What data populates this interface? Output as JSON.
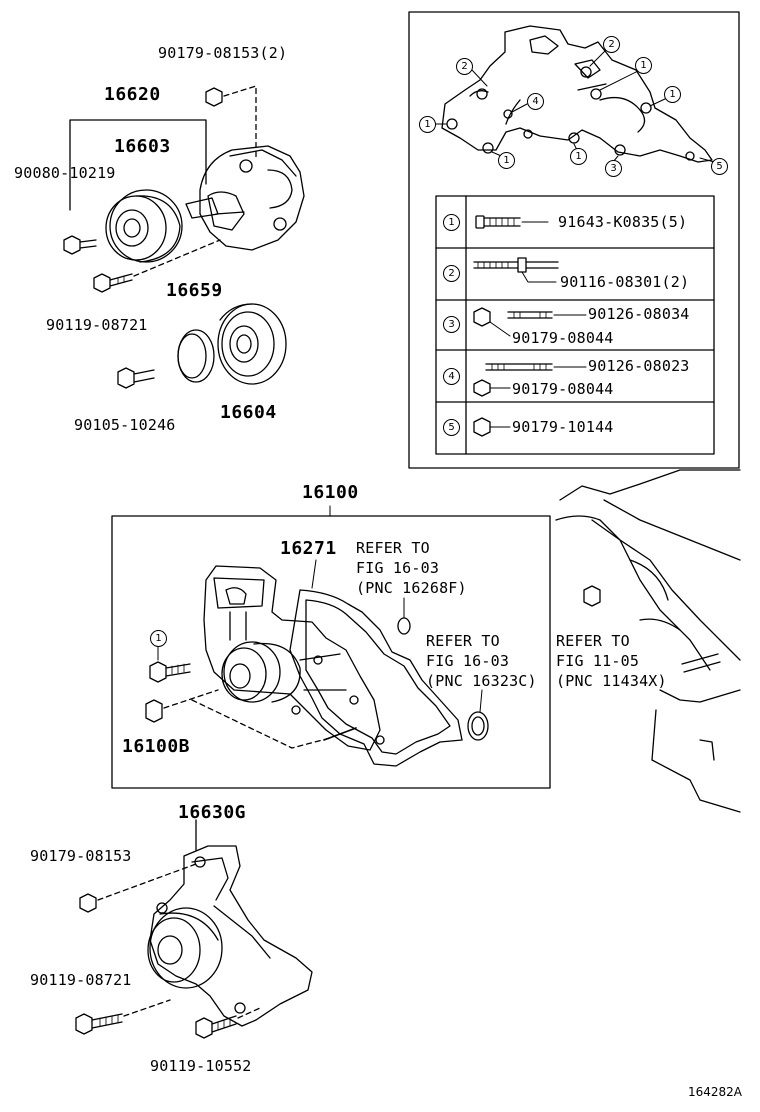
{
  "labels": {
    "l_90179_08153_2": "90179-08153(2)",
    "l_16620": "16620",
    "l_16603": "16603",
    "l_90080_10219": "90080-10219",
    "l_90119_08721_top": "90119-08721",
    "l_16659": "16659",
    "l_90105_10246": "90105-10246",
    "l_16604": "16604",
    "l_16100": "16100",
    "l_16271": "16271",
    "l_16100B": "16100B",
    "l_16630G": "16630G",
    "l_90179_08153": "90179-08153",
    "l_90119_08721_bot": "90119-08721",
    "l_90119_10552": "90119-10552"
  },
  "refs": {
    "r1": "REFER TO\nFIG 16-03\n(PNC 16268F)",
    "r2": "REFER TO\nFIG 16-03\n(PNC 16323C)",
    "r3": "REFER TO\nFIG 11-05\n(PNC 11434X)"
  },
  "bolt_table": {
    "row1": {
      "key": "1",
      "part": "91643-K0835(5)"
    },
    "row2": {
      "key": "2",
      "part": "90116-08301(2)"
    },
    "row3": {
      "key": "3",
      "part_a": "90126-08034",
      "part_b": "90179-08044"
    },
    "row4": {
      "key": "4",
      "part_a": "90126-08023",
      "part_b": "90179-08044"
    },
    "row5": {
      "key": "5",
      "part": "90179-10144"
    }
  },
  "callouts": {
    "c1": "2",
    "c2": "2",
    "c3": "1",
    "c4": "1",
    "c5": "4",
    "c6": "1",
    "c7": "1",
    "c8": "1",
    "c9": "3",
    "c10": "5",
    "c11": "1"
  },
  "illustration_code": "164282A"
}
